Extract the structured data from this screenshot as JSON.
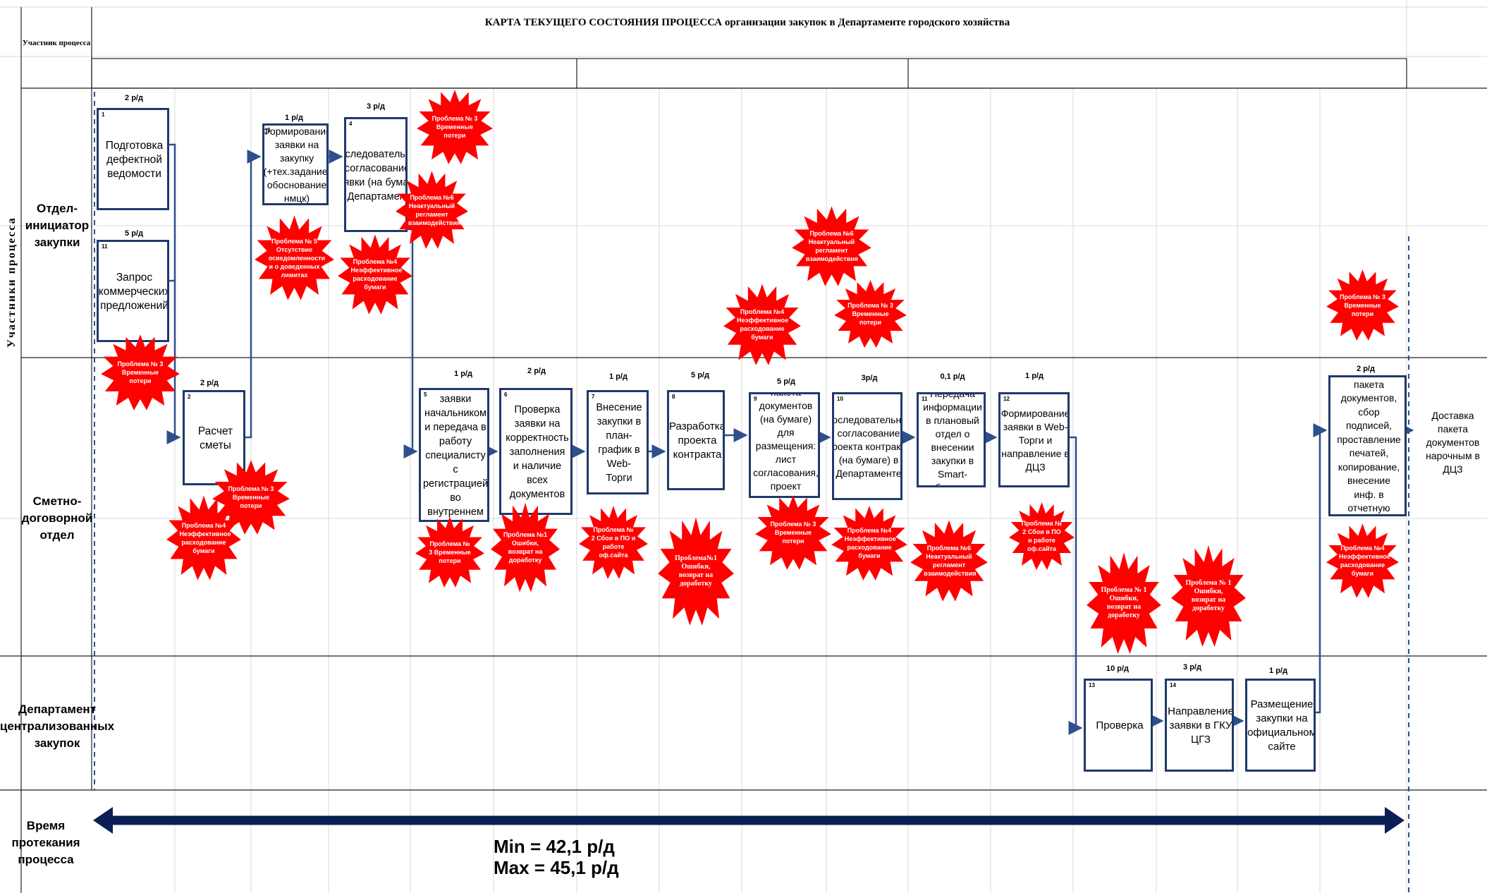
{
  "header": {
    "participant_label": "Участник процесса",
    "title": "КАРТА ТЕКУЩЕГО СОСТОЯНИЯ ПРОЦЕССА организации закупок в Департаменте городского хозяйства"
  },
  "vertical_label": "Участники процесса",
  "lanes": [
    {
      "label": "Отдел-инициатор закупки"
    },
    {
      "label": "Сметно-договорной отдел"
    },
    {
      "label": "Департамент централизованных закупок"
    },
    {
      "label": "Время протекания процесса"
    }
  ],
  "steps": [
    {
      "num": "1",
      "text": "Подготовка дефектной ведомости",
      "duration": "2 р/д"
    },
    {
      "num": "11",
      "text": "Запрос коммерческих предложений",
      "duration": "5 р/д"
    },
    {
      "num": "2",
      "text": "Расчет сметы",
      "duration": "2 р/д"
    },
    {
      "num": "3",
      "text": "Формирование заявки на закупку (+тех.задание, обоснование нмцк)",
      "duration": "1 р/д"
    },
    {
      "num": "4",
      "text": "Последовательное согласование заявки (на бумаге) в Департаменте",
      "duration": "3 р/д"
    },
    {
      "num": "5",
      "text": "Прием заявки начальником и передача в работу специалисту с регистрацией во внутреннем журнале",
      "duration": "1 р/д"
    },
    {
      "num": "6",
      "text": "Проверка заявки на корректность заполнения и наличие всех документов",
      "duration": "2 р/д"
    },
    {
      "num": "7",
      "text": "Внесение закупки в план-график в Web-Торги",
      "duration": "1 р/д"
    },
    {
      "num": "8",
      "text": "Разработка проекта контракта",
      "duration": "5 р/д"
    },
    {
      "num": "9",
      "text": "Формирование пакета документов (на бумаге) для размещения: лист согласования, проект контракта, приложения",
      "duration": "5 р/д"
    },
    {
      "num": "10",
      "text": "Последовательное согласование проекта контракта (на бумаге) в Департаменте",
      "duration": "3р/д"
    },
    {
      "num": "11",
      "text": "Передача информации в плановый отдел о внесении закупки в Smart-бюджет",
      "duration": "0,1 р/д"
    },
    {
      "num": "12",
      "text": "Формирование заявки в Web-Торги и направление в ДЦЗ",
      "duration": "1 р/д"
    },
    {
      "num": "13",
      "text": "Проверка",
      "duration": "10 р/д"
    },
    {
      "num": "14",
      "text": "Направление заявки в ГКУ ЦГЗ",
      "duration": "3 р/д"
    },
    {
      "num": "",
      "text": "Размещение закупки на официальном сайте",
      "duration": "1 р/д"
    },
    {
      "num": "",
      "text": "Распечатка пакета документов, сбор подписей, проставление печатей, копирование, внесение инф. в отчетную таблицу",
      "duration": "2 р/д"
    }
  ],
  "end_label": "Доставка пакета документов нарочным в ДЦЗ",
  "problems": [
    {
      "text": "Проблема № 3 Временные потери"
    },
    {
      "text": "Проблема №6 Неактуальный регламент взаимодействия"
    },
    {
      "text": "Проблема № 5 Отсутствие осведомленности и о доведенных лимитах"
    },
    {
      "text": "Проблема №4 Неэффективное расходование бумаги"
    },
    {
      "text": "Проблема № 3 Временные потери"
    },
    {
      "text": "Проблема № 3 Временные потери"
    },
    {
      "text": "Проблема №4 Неэффективное расходование бумаги"
    },
    {
      "text": "Проблема № 3 Временные потери"
    },
    {
      "text": "Проблема №1 Ошибки, возврат на доработку"
    },
    {
      "text": "Проблема № 2 Сбои в ПО и работе оф.сайта"
    },
    {
      "text": "Проблема№1 Ошибки, возврат на доработку"
    },
    {
      "text": "Проблема №4 Неэффективное расходование бумаги"
    },
    {
      "text": "Проблема №6 Неактуальный регламент взаимодействия"
    },
    {
      "text": "Проблема № 3 Временные потери"
    },
    {
      "text": "Проблема № 3 Временные потери"
    },
    {
      "text": "Проблема №4 Неэффективное расходование бумаги"
    },
    {
      "text": "Проблема №6 Неактуальный регламент взаимодействия"
    },
    {
      "text": "Проблема № 2 Сбои в ПО и работе оф.сайта"
    },
    {
      "text": "Проблема № 1 Ошибки, возврат на доработку"
    },
    {
      "text": "Проблема № 1 Ошибки, возврат на доработку"
    },
    {
      "text": "Проблема № 3 Временные потери"
    },
    {
      "text": "Проблема №4 Неэффективное расходование бумаги"
    }
  ],
  "timing": {
    "min": "Min = 42,1 р/д",
    "max": "Max = 45,1 р/д"
  },
  "colors": {
    "problem_fill": "#ff0000",
    "box_border": "#1f3a6b",
    "arrow": "#2e4f8c",
    "timeline": "#0b1f55"
  }
}
